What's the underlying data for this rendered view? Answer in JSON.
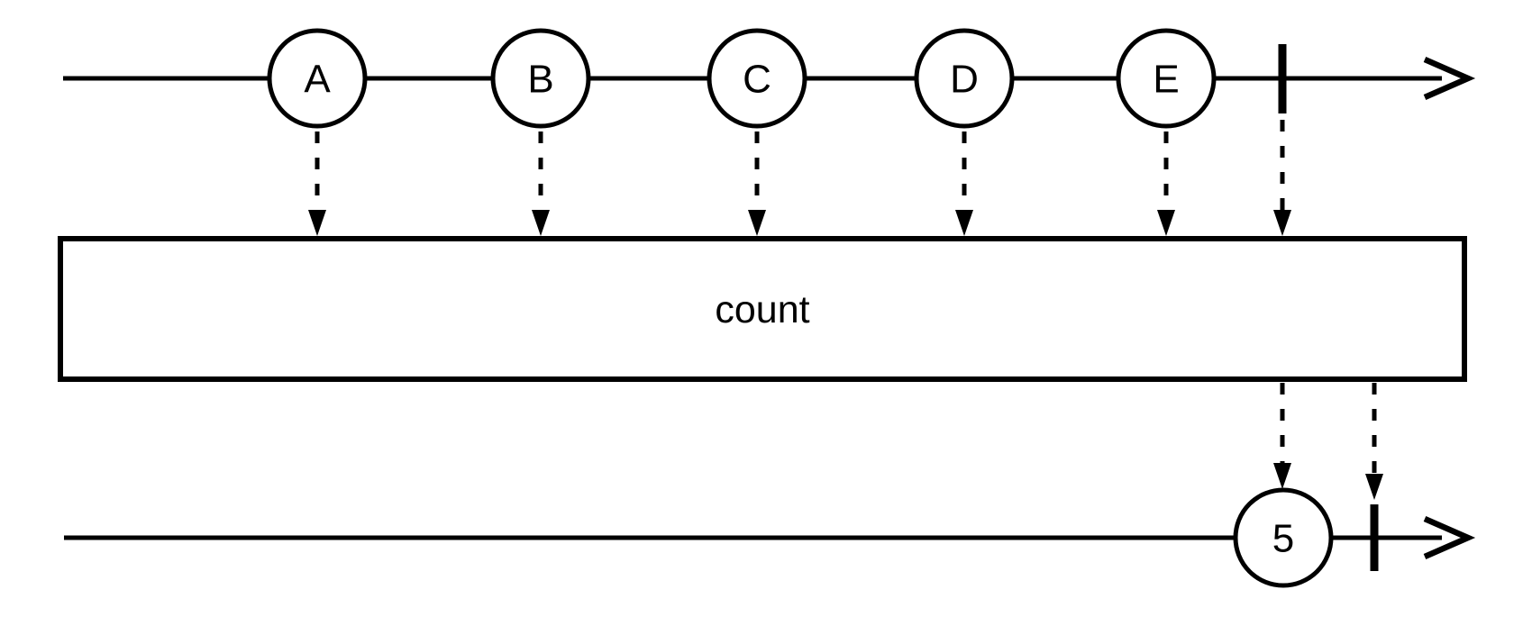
{
  "colors": {
    "ink": "#000000",
    "background": "#ffffff"
  },
  "diagram": {
    "type": "marble-diagram",
    "operator": {
      "label": "count"
    },
    "source_stream": {
      "events": [
        {
          "label": "A"
        },
        {
          "label": "B"
        },
        {
          "label": "C"
        },
        {
          "label": "D"
        },
        {
          "label": "E"
        }
      ],
      "completed": true
    },
    "output_stream": {
      "events": [
        {
          "label": "5"
        }
      ],
      "completed": true
    }
  }
}
